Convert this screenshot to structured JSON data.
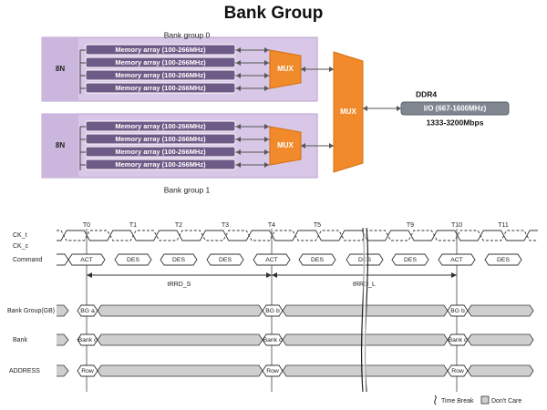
{
  "title": "Bank Group",
  "colors": {
    "group_fill": "#d8c7e6",
    "group_stroke": "#b9a1cf",
    "array_fill": "#6e5a86",
    "array_text": "#ffffff",
    "mux_fill": "#f08a2a",
    "io_fill": "#7f8690",
    "line": "#444444",
    "waveform": "#333333",
    "band_fill": "#cfcfcf"
  },
  "architecture": {
    "groups": [
      {
        "label": "Bank group 0",
        "prefetch": "8N",
        "arrays": [
          "Memory array (100-266MHz)",
          "Memory array (100-266MHz)",
          "Memory array (100-266MHz)",
          "Memory array (100-266MHz)"
        ],
        "mux": "MUX"
      },
      {
        "label": "Bank group 1",
        "prefetch": "8N",
        "arrays": [
          "Memory array (100-266MHz)",
          "Memory array (100-266MHz)",
          "Memory array (100-266MHz)",
          "Memory array (100-266MHz)"
        ],
        "mux": "MUX"
      }
    ],
    "main_mux": "MUX",
    "ddr_label": "DDR4",
    "io_label": "I/O (667-1600MHz)",
    "rate_label": "1333-3200Mbps"
  },
  "timing": {
    "clock_labels": [
      "CK_t",
      "CK_c"
    ],
    "clock_ticks": [
      "T0",
      "T1",
      "T2",
      "T3",
      "T4",
      "T5",
      "T9",
      "T10",
      "T11"
    ],
    "rows": {
      "command": "Command",
      "bank_group": "Bank Group(GB)",
      "bank": "Bank",
      "address": "ADDRESS"
    },
    "commands": [
      "ACT",
      "DES",
      "DES",
      "DES",
      "ACT",
      "DES",
      "DES",
      "DES",
      "ACT",
      "DES"
    ],
    "bank_group_values": [
      "BG a",
      "BG b",
      "BG b"
    ],
    "bank_values": [
      "Bank c",
      "Bank c",
      "Bank c"
    ],
    "address_values": [
      "Row",
      "Row",
      "Row"
    ],
    "intervals": [
      "tRRD_S",
      "tRRD_L"
    ],
    "legend": {
      "time_break": "Time Break",
      "dont_care": "Don't Care"
    }
  }
}
